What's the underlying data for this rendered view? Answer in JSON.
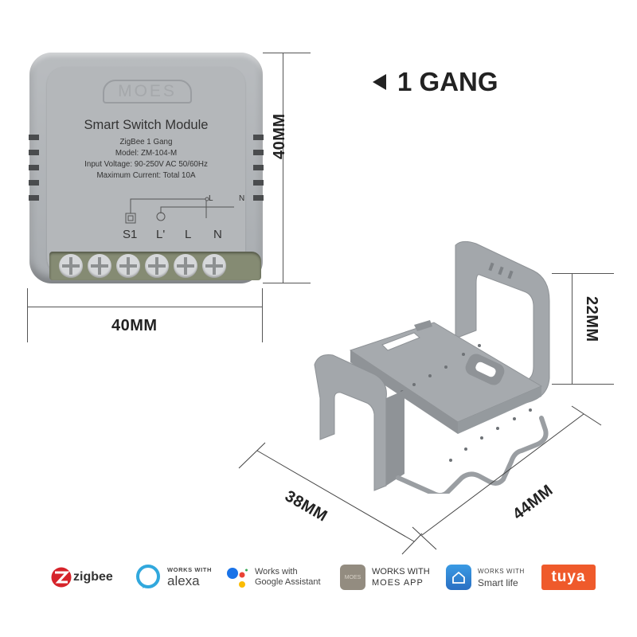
{
  "header": {
    "title": "1 GANG"
  },
  "module": {
    "brand": "MOES",
    "title": "Smart Switch Module",
    "lines": [
      "ZigBee 1 Gang",
      "Model: ZM-104-M",
      "Input Voltage: 90-250V AC 50/60Hz",
      "Maximum Current: Total 10A"
    ],
    "wiring_labels": {
      "top_l": "L",
      "top_n": "N"
    },
    "terminals": [
      "S1",
      "L'",
      "L",
      "N"
    ],
    "screw_count": 6,
    "colors": {
      "body": "#b4b7ba",
      "terminal_bar": "#858b73"
    }
  },
  "dimensions": {
    "module_height": "40MM",
    "module_width": "40MM",
    "bracket_height": "22MM",
    "bracket_depth": "38MM",
    "bracket_width": "44MM"
  },
  "bracket": {
    "color": "#9fa3a7"
  },
  "compatibility": [
    {
      "id": "zigbee",
      "text": "zigbee",
      "color": "#d6232a"
    },
    {
      "id": "alexa",
      "small": "WORKS WITH",
      "text": "alexa",
      "color": "#31a8dd"
    },
    {
      "id": "google",
      "small": "Works with",
      "text": "Google Assistant"
    },
    {
      "id": "moes",
      "small": "WORKS WITH",
      "text": "MOES APP",
      "badge": "MOES",
      "color": "#938c80"
    },
    {
      "id": "smartlife",
      "small": "WORKS WITH",
      "text": "Smart life",
      "color": "#2f86d4"
    },
    {
      "id": "tuya",
      "text": "tuya",
      "color": "#ef5a2b"
    }
  ]
}
